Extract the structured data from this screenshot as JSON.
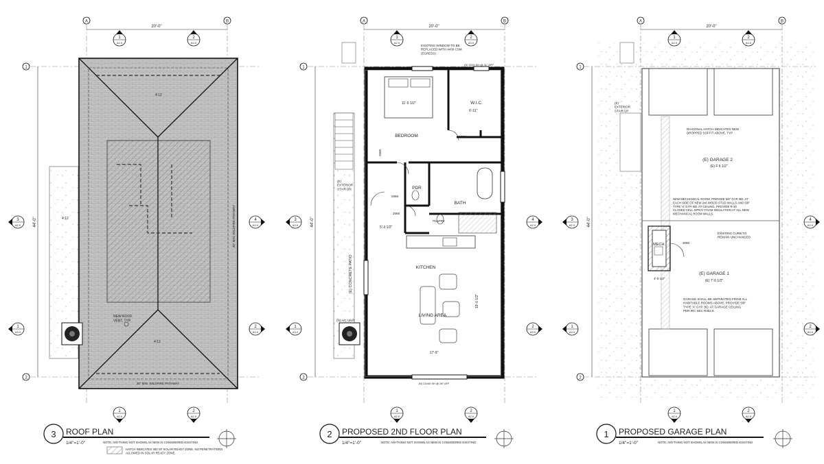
{
  "sheet": {
    "colors": {
      "ink": "#1a1a1a",
      "hatch": "#6d6d6d",
      "paper": "#ffffff",
      "roof_fill": "#bdbdbd"
    }
  },
  "grid": {
    "col_a": "A",
    "col_b": "B",
    "row_1": "1",
    "row_2": "2",
    "row_3": "3",
    "row_4": "4",
    "bubble_top": "A2.0",
    "bubble_side": "A3.0",
    "width_dim": "20'-0\"",
    "depth_dim": "44'-0\""
  },
  "plans": [
    {
      "key": "roof",
      "number": "3",
      "title": "ROOF PLAN",
      "scale": "1/4\"=1'-0\"",
      "note": "NOTE: ANYTHING NOT SHOWN AS NEW IS CONSIDERED EXISTING.",
      "legend": "HATCH INDICATES 300 SF SOLAR READY ZONE. NO PENETRATIONS ALLOWED IN SOLAR READY ZONE.",
      "labels": {
        "vent": "NEW ROOF VENT, TYP.",
        "pathway_side": "36\" MIN. WILDFIRE PATHWAY",
        "pathway_bottom": "36\" MIN. WILDFIRE PATHWAY",
        "slope": "4:12"
      }
    },
    {
      "key": "second",
      "number": "2",
      "title": "PROPOSED 2ND FLOOR PLAN",
      "scale": "1/4\"=1'-0\"",
      "note": "NOTE: ANYTHING NOT SHOWN AS NEW IS CONSIDERED EXISTING",
      "labels": {
        "window_note": "EXISTING WINDOW TO BE REPLACED WITH 4430 CSM (EGRESS)",
        "bedroom": "BEDROOM",
        "wic": "W.I.C.",
        "pdr": "PDR",
        "bath": "BATH",
        "pantry": "PANTRY",
        "kitchen": "KITCHEN",
        "living": "LIVING AREA",
        "stair": "(E) EXTERIOR STAIR DN",
        "patio": "(E) CONCRETE PATIO",
        "ac": "(N) A/C UNIT",
        "door_a": "2668",
        "door_b": "2668",
        "door_c": "2668",
        "door_d": "2668",
        "dim_width": "17'-9\"",
        "dim_bed": "11'-5 1/2\"",
        "dim_wic": "6'-11\"",
        "dim_living": "19'-0 1/2\"",
        "dim_pdr": "5'-3 1/2\"",
        "window_top": "(N) 3240 SH @ 31\" AFF",
        "window_bottom": "(N) 21040 SH @ 28\" AFF"
      }
    },
    {
      "key": "garage",
      "number": "1",
      "title": "PROPOSED GARAGE PLAN",
      "scale": "1/4\"=1'-0\"",
      "note": "NOTE: ANYTHING NOT SHOWN AS NEW IS CONSIDERED EXISTING",
      "labels": {
        "stair": "(E) EXTERIOR STAIR UP",
        "hatch_note": "DIAGONAL HATCH INDICATES NEW DROPPED SOFFIT ABOVE, TYP.",
        "garage2": "(E) GARAGE 2",
        "garage2_ceiling": "(E) F 6 1/2\"",
        "garage1": "(E) GARAGE 1",
        "garage1_ceiling": "(E) 7'-0 1/2\"",
        "mech": "MECH.",
        "mech_door": "3068",
        "mech_note": "NEW MECHANICAL ROOM. PROVIDE 5/8\" GYP. BD. AT EACH SIDE OF NEW 2x6 WOOD STUD WALLS AND 5/8\" TYPE 'X' GYP. BD. AT CEILING. PROVIDE R-30 CLOSED CELL SPRAY FOAM INSULATION AT ALL NEW MECHANICAL ROOM WALLS.",
        "curb_note": "EXISTING CURB TO REMAIN UNCHANGED",
        "sep_note": "GARAGE SHALL BE SEPARATED FROM ALL HABITABLE ROOMS ABOVE. PROVIDE 5/8\" TYPE 'X' GYP. BD. AT GARAGE CEILING PER IRC SEC R302.6.",
        "dim_mech": "4'-5 1/2\""
      }
    }
  ]
}
